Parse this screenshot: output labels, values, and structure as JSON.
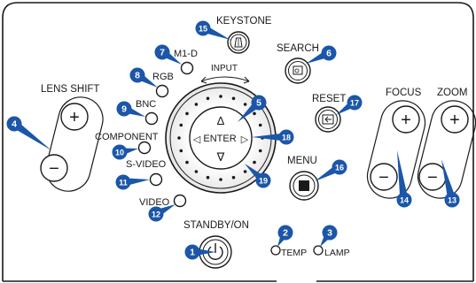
{
  "panel": {
    "labels": {
      "keystone": "KEYSTONE",
      "m1d": "M1-D",
      "input": "INPUT",
      "rgb": "RGB",
      "lens_shift": "LENS SHIFT",
      "bnc": "BNC",
      "component": "COMPONENT",
      "svideo": "S-VIDEO",
      "video": "VIDEO",
      "search": "SEARCH",
      "reset": "RESET",
      "menu": "MENU",
      "focus": "FOCUS",
      "zoom": "ZOOM",
      "standby": "STANDBY/ON",
      "temp": "TEMP",
      "lamp": "LAMP",
      "enter": "ENTER"
    },
    "glyphs": {
      "plus": "+",
      "minus": "−",
      "up": "Δ",
      "down": "∇",
      "left": "◁",
      "right": "▷"
    },
    "callouts": {
      "c1": "1",
      "c2": "2",
      "c3": "3",
      "c4": "4",
      "c5": "5",
      "c6": "6",
      "c7": "7",
      "c8": "8",
      "c9": "9",
      "c10": "10",
      "c11": "11",
      "c12": "12",
      "c13": "13",
      "c14": "14",
      "c15": "15",
      "c16": "16",
      "c17": "17",
      "c18": "18",
      "c19": "19"
    },
    "colors": {
      "callout_fill": "#1b56a8",
      "line": "#1a1a1a",
      "background": "#ffffff"
    }
  }
}
